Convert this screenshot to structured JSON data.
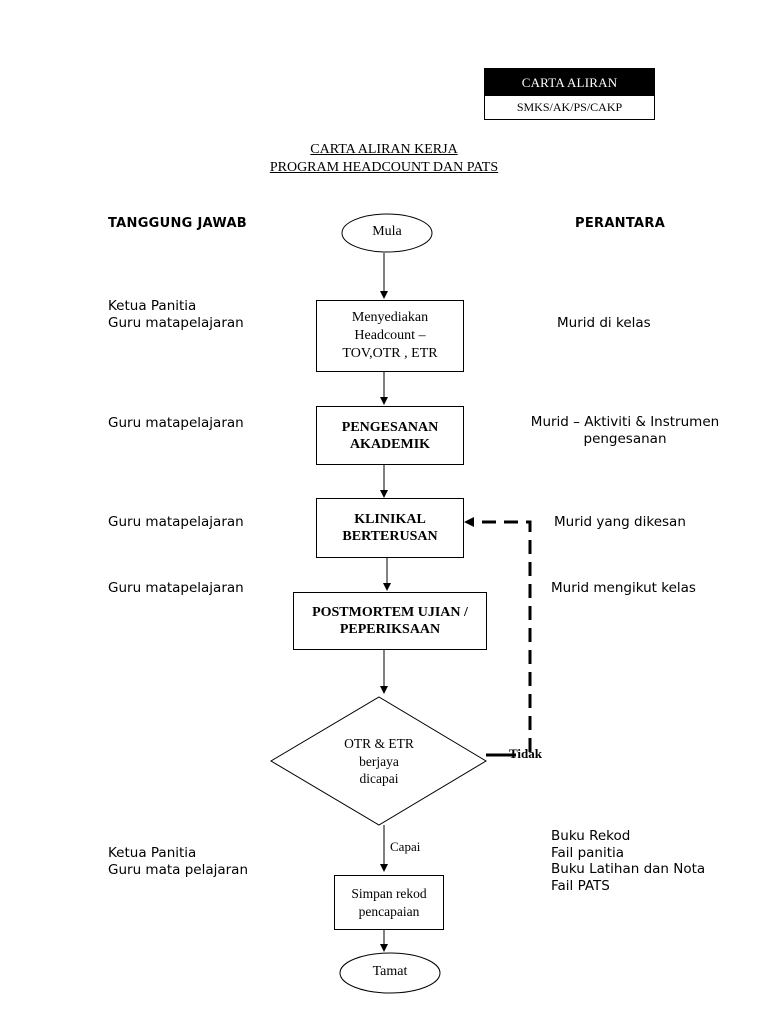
{
  "header": {
    "title": "CARTA ALIRAN",
    "code": "SMKS/AK/PS/CAKP"
  },
  "title": {
    "line1": "CARTA ALIRAN KERJA",
    "line2": "PROGRAM HEADCOUNT DAN PATS"
  },
  "columns": {
    "left": "TANGGUNG JAWAB",
    "right": "PERANTARA"
  },
  "flow": {
    "start": "Mula",
    "step1": "Menyediakan\nHeadcount –\nTOV,OTR , ETR",
    "step2": "PENGESANAN\nAKADEMIK",
    "step3": "KLINIKAL\nBERTERUSAN",
    "step4": "POSTMORTEM UJIAN /\nPEPERIKSAAN",
    "decision": "OTR & ETR\nberjaya\ndicapai",
    "no_label": "Tidak",
    "yes_label": "Capai",
    "step5": "Simpan rekod\npencapaian",
    "end": "Tamat"
  },
  "responsible": {
    "r1": "Ketua Panitia\nGuru matapelajaran",
    "r2": "Guru matapelajaran",
    "r3": "Guru matapelajaran",
    "r4": "Guru matapelajaran",
    "r5": "Ketua Panitia\nGuru mata pelajaran"
  },
  "medium": {
    "m1": "Murid di kelas",
    "m2": "Murid – Aktiviti & Instrumen\npengesanan",
    "m3": "Murid yang dikesan",
    "m4": "Murid mengikut kelas",
    "m5": "Buku Rekod\nFail panitia\nBuku Latihan dan Nota\nFail PATS"
  }
}
